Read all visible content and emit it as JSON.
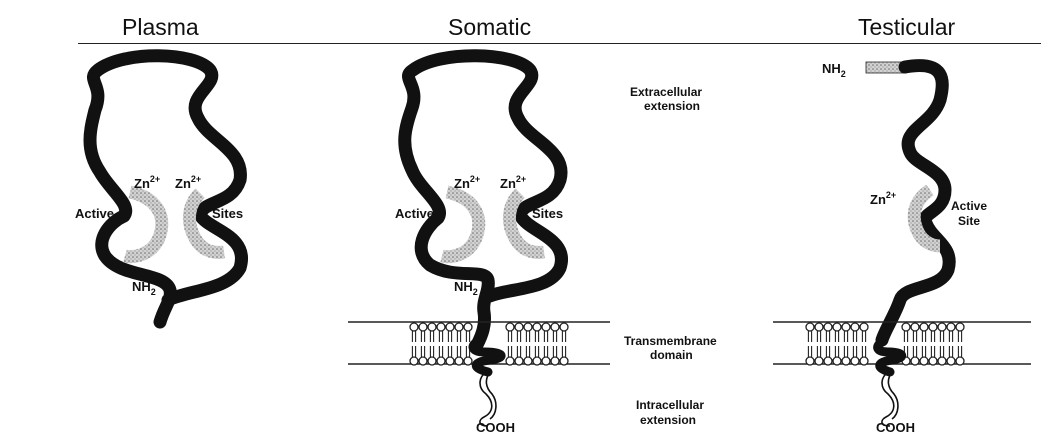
{
  "headings": {
    "plasma": "Plasma",
    "somatic": "Somatic",
    "testicular": "Testicular"
  },
  "plasma": {
    "zn_left": "Zn",
    "zn_left_sup": "2+",
    "zn_right": "Zn",
    "zn_right_sup": "2+",
    "active": "Active",
    "sites": "Sites",
    "nh2": "NH",
    "nh2_sub": "2"
  },
  "somatic": {
    "zn_left": "Zn",
    "zn_left_sup": "2+",
    "zn_right": "Zn",
    "zn_right_sup": "2+",
    "active": "Active",
    "sites": "Sites",
    "nh2": "NH",
    "nh2_sub": "2",
    "cooh": "COOH"
  },
  "testicular": {
    "nh2": "NH",
    "nh2_sub": "2",
    "zn": "Zn",
    "zn_sup": "2+",
    "active_line1": "Active",
    "active_line2": "Site",
    "cooh": "COOH"
  },
  "annotations": {
    "extracellular_line1": "Extracellular",
    "extracellular_line2": "extension",
    "transmembrane_line1": "Transmembrane",
    "transmembrane_line2": "domain",
    "intracellular_line1": "Intracellular",
    "intracellular_line2": "extension"
  },
  "colors": {
    "chain": "#111111",
    "active_site": "#bdbdbd",
    "membrane": "#222222"
  }
}
